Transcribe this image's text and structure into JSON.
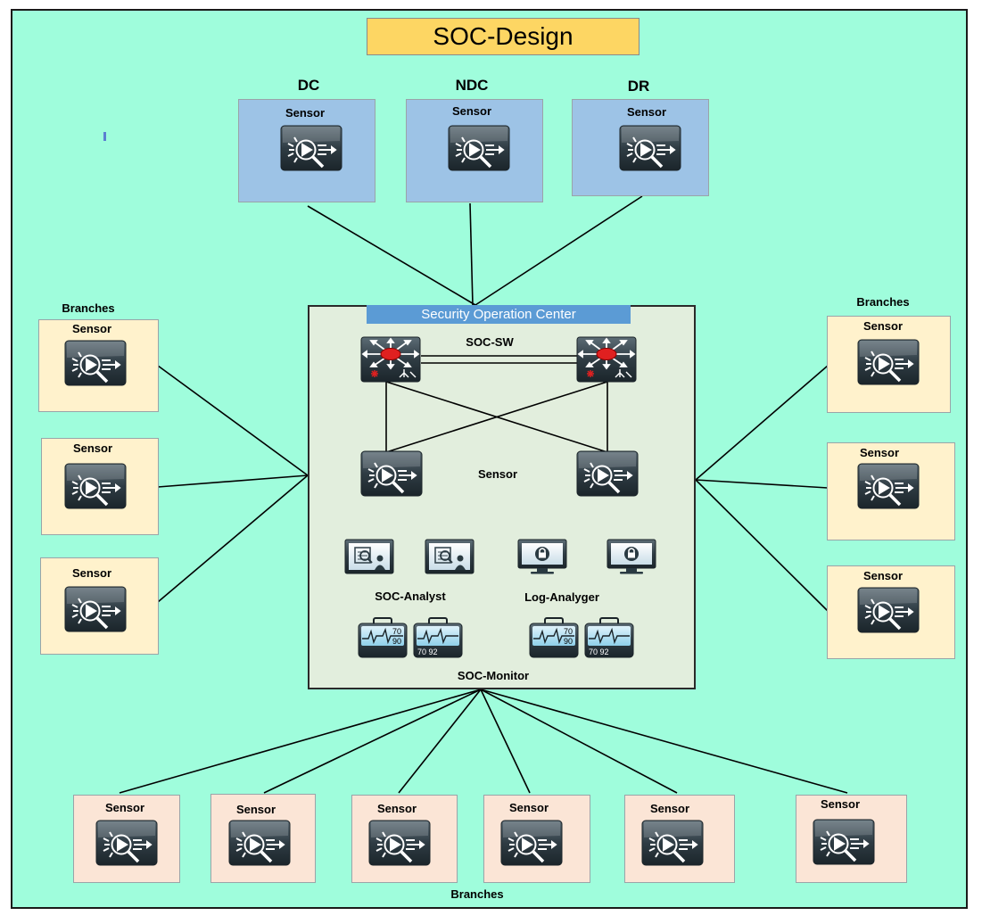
{
  "title": "SOC-Design",
  "sites": {
    "dc": {
      "label": "DC",
      "sensor_label": "Sensor"
    },
    "ndc": {
      "label": "NDC",
      "sensor_label": "Sensor"
    },
    "dr": {
      "label": "DR",
      "sensor_label": "Sensor"
    }
  },
  "branches": {
    "left_label": "Branches",
    "right_label": "Branches",
    "bottom_label": "Branches",
    "sensor_label": "Sensor"
  },
  "soc": {
    "title": "Security Operation Center",
    "switch_label": "SOC-SW",
    "sensor_label": "Sensor",
    "analyst_label": "SOC-Analyst",
    "log_label": "Log-Analyger",
    "monitor_label": "SOC-Monitor",
    "monitor_readings": {
      "side_top": "70",
      "side_bottom": "90",
      "bottom_row": "70 92"
    }
  },
  "colors": {
    "background": "#9ffddc",
    "site_box": "#9dc3e6",
    "branch_box": "#fff2cc",
    "bottom_branch_box": "#fbe5d6",
    "soc_box": "#e2eedd",
    "soc_banner": "#5b9bd5",
    "title_box": "#fdd663",
    "switch_red": "#e02020"
  },
  "icons": [
    "ids-sensor-icon",
    "multilayer-switch-icon",
    "analyst-workstation-icon",
    "log-analyzer-monitor-icon",
    "heart-monitor-icon"
  ]
}
